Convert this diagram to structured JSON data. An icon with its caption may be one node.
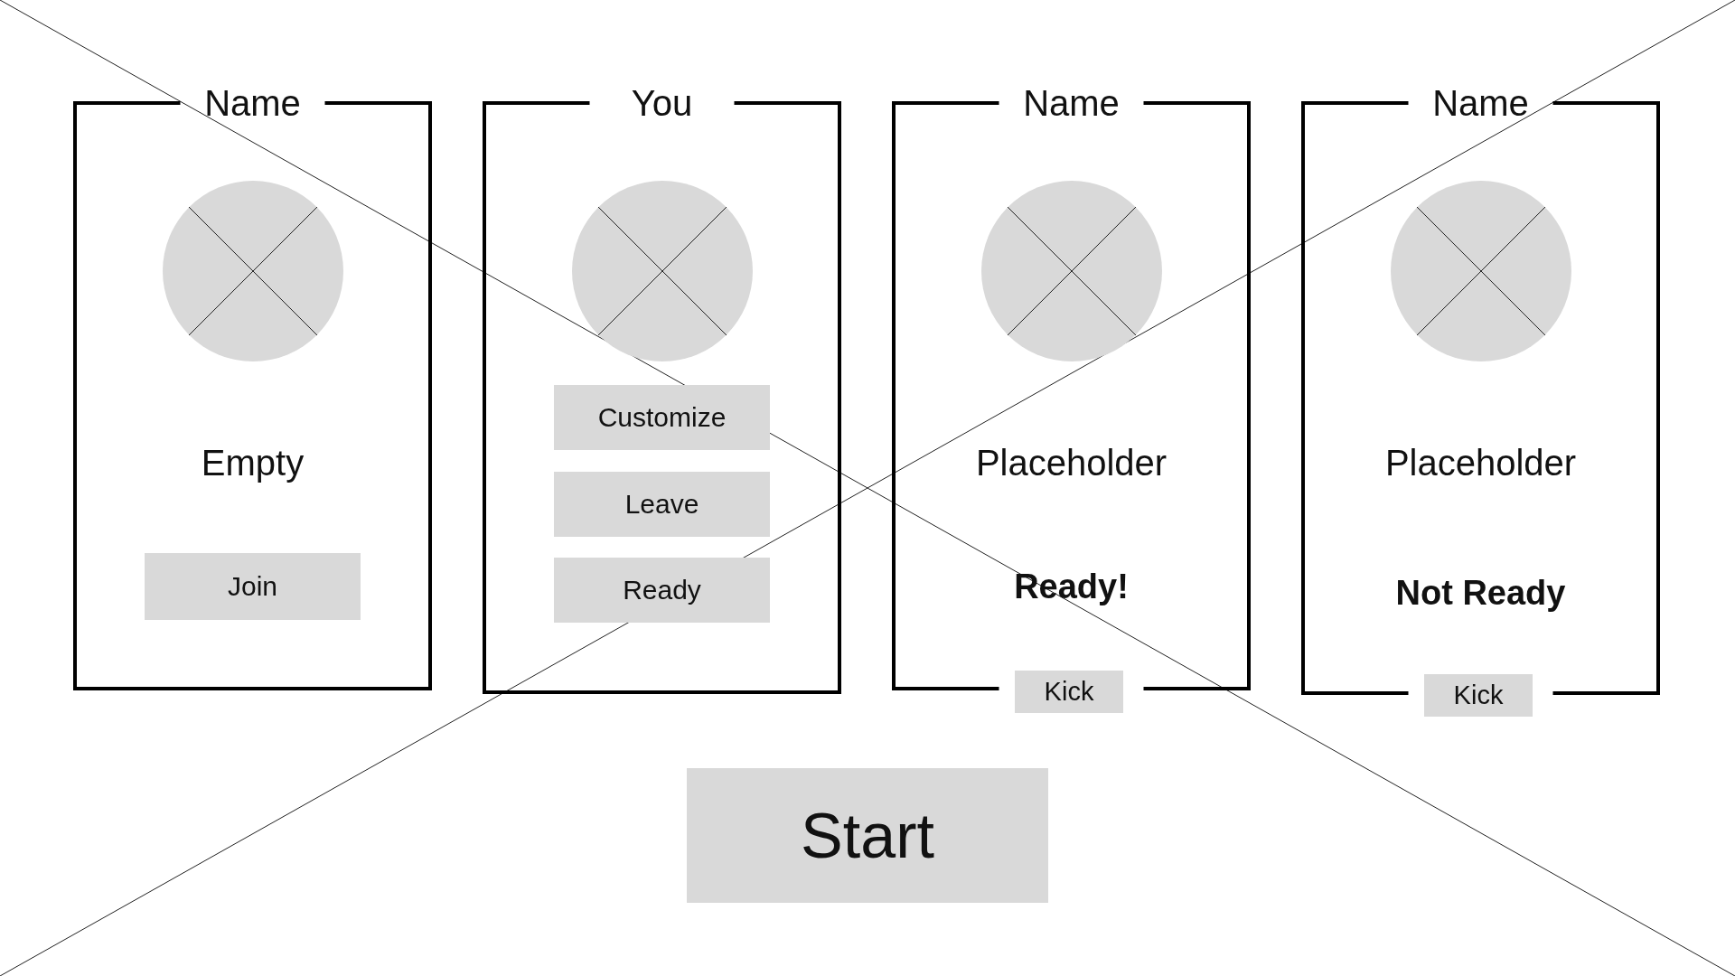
{
  "diagram": {
    "nodes": [
      {
        "text": [
          "Name",
          "Empty"
        ]
      },
      {
        "text": [],
        "shape": "circle",
        "in": 0
      },
      {
        "text": [
          "Join"
        ],
        "in": 0
      },
      {
        "text": [
          "You"
        ]
      },
      {
        "text": [],
        "shape": "circle",
        "in": 3
      },
      {
        "text": [
          "Customize"
        ],
        "in": 3
      },
      {
        "text": [
          "Leave"
        ],
        "in": 3
      },
      {
        "text": [
          "Ready"
        ],
        "in": 3
      },
      {
        "text": [
          "Name",
          "Placeholder",
          "Ready!"
        ]
      },
      {
        "text": [],
        "shape": "circle",
        "in": 8
      },
      {
        "text": [
          "Kick"
        ]
      },
      {
        "text": [
          "Name",
          "Placeholder",
          "Not Ready"
        ]
      },
      {
        "text": [],
        "shape": "circle",
        "in": 11
      },
      {
        "text": [
          "Kick"
        ]
      },
      {
        "text": [
          "Start"
        ]
      }
    ]
  }
}
